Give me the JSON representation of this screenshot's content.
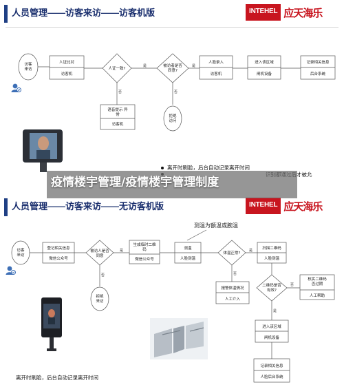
{
  "top": {
    "title": "人员管理——访客来访——访客机版",
    "brand_en": "INTEHEL",
    "brand_cn": "应天海乐",
    "nodes": {
      "visitor": "访客\n来访",
      "id_check": "人证比对",
      "visitor_machine": "访客机",
      "id_consistent": "人证一致?",
      "receptionist_agree": "被访者是否\n同意?",
      "face_entry": "人脸录入",
      "visitor_machine_2": "访客机",
      "enter_area": "进入该区域",
      "gate_device": "闸机设备",
      "record_info": "记录相关信息",
      "backend": "后台系统",
      "abnormal_prompt": "语音提示 异\n常",
      "visitor_machine_3": "访客机",
      "reject": "拒绝\n访问"
    },
    "labels": {
      "yes": "是",
      "no": "否"
    },
    "notes": [
      "离开时刷脸，后台自动记录离开时间",
      "识别都通过后才被允"
    ]
  },
  "bottom": {
    "title": "人员管理——访客来访——无访客机版",
    "brand_en": "INTEHEL",
    "brand_cn": "应天海乐",
    "annotation": "测温为额温或腕温",
    "nodes": {
      "visitor": "访客\n来访",
      "register": "登记相关信息",
      "wechat": "微信公众号",
      "approved": "被访人是否\n同意",
      "generate_qr": "生成临时二维\n码",
      "wechat_2": "微信公众号",
      "temp_measure": "测温",
      "face_temp": "人脸测温",
      "temp_normal": "体温正常?",
      "scan_qr": "扫描二维码",
      "face_temp_2": "人脸测温",
      "report_fever": "报警体温情况",
      "manual_intervene": "人工介入",
      "qr_valid": "二维码是否\n有效?",
      "verify_qr": "核实二维码\n否过期",
      "manual_help": "人工帮助",
      "reject": "拒绝\n来访",
      "enter_area": "进入该区域",
      "gate_device": "闸机设备",
      "record_info": "记录相关信息",
      "backend": "人脸后台系统"
    },
    "labels": {
      "yes": "是",
      "no": "否"
    },
    "bottom_note": "离开时刷脸，后台自动记录离开时间"
  },
  "overlay": {
    "caption": "疫情楼宇管理/疫情楼宇管理制度"
  },
  "colors": {
    "brand_red": "#c8151f",
    "title_blue": "#1a2f6e"
  }
}
